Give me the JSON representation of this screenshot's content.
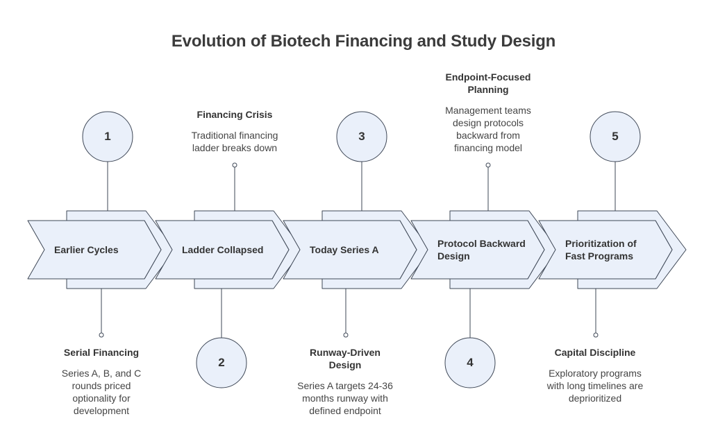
{
  "title": "Evolution of Biotech Financing and Study Design",
  "colors": {
    "fill": "#eaf0fa",
    "stroke": "#3e4756",
    "text": "#333333"
  },
  "stages": [
    {
      "number": "1",
      "label": "Earlier Cycles",
      "annotation": {
        "heading": "Serial Financing",
        "body": "Series A, B, and C rounds priced optionality for development"
      }
    },
    {
      "number": "2",
      "label": "Ladder Collapsed",
      "annotation": {
        "heading": "Financing Crisis",
        "body": "Traditional financing ladder breaks down"
      }
    },
    {
      "number": "3",
      "label": "Today Series A",
      "annotation": {
        "heading": "Runway-Driven Design",
        "body": "Series A targets 24-36 months runway with defined endpoint"
      }
    },
    {
      "number": "4",
      "label": "Protocol Backward Design",
      "annotation": {
        "heading": "Endpoint-Focused Planning",
        "body": "Management teams design protocols backward from financing model"
      }
    },
    {
      "number": "5",
      "label": "Prioritization of Fast Programs",
      "annotation": {
        "heading": "Capital Discipline",
        "body": "Exploratory programs with long timelines are deprioritized"
      }
    }
  ]
}
